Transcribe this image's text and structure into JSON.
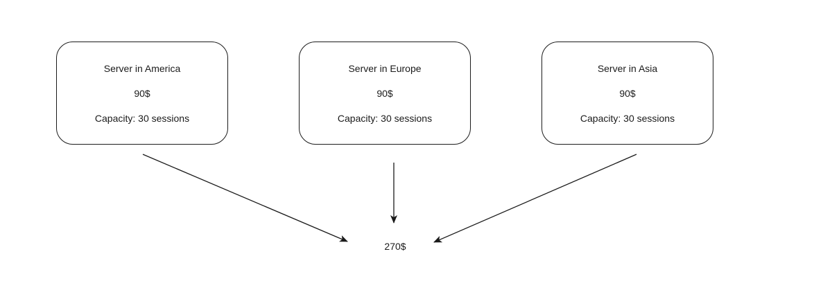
{
  "servers": [
    {
      "name": "Server in America",
      "price": "90$",
      "capacity": "Capacity: 30 sessions"
    },
    {
      "name": "Server in Europe",
      "price": "90$",
      "capacity": "Capacity: 30 sessions"
    },
    {
      "name": "Server in Asia",
      "price": "90$",
      "capacity": "Capacity: 30 sessions"
    }
  ],
  "total": "270$",
  "colors": {
    "stroke": "#1a1a1a",
    "background": "#ffffff"
  }
}
